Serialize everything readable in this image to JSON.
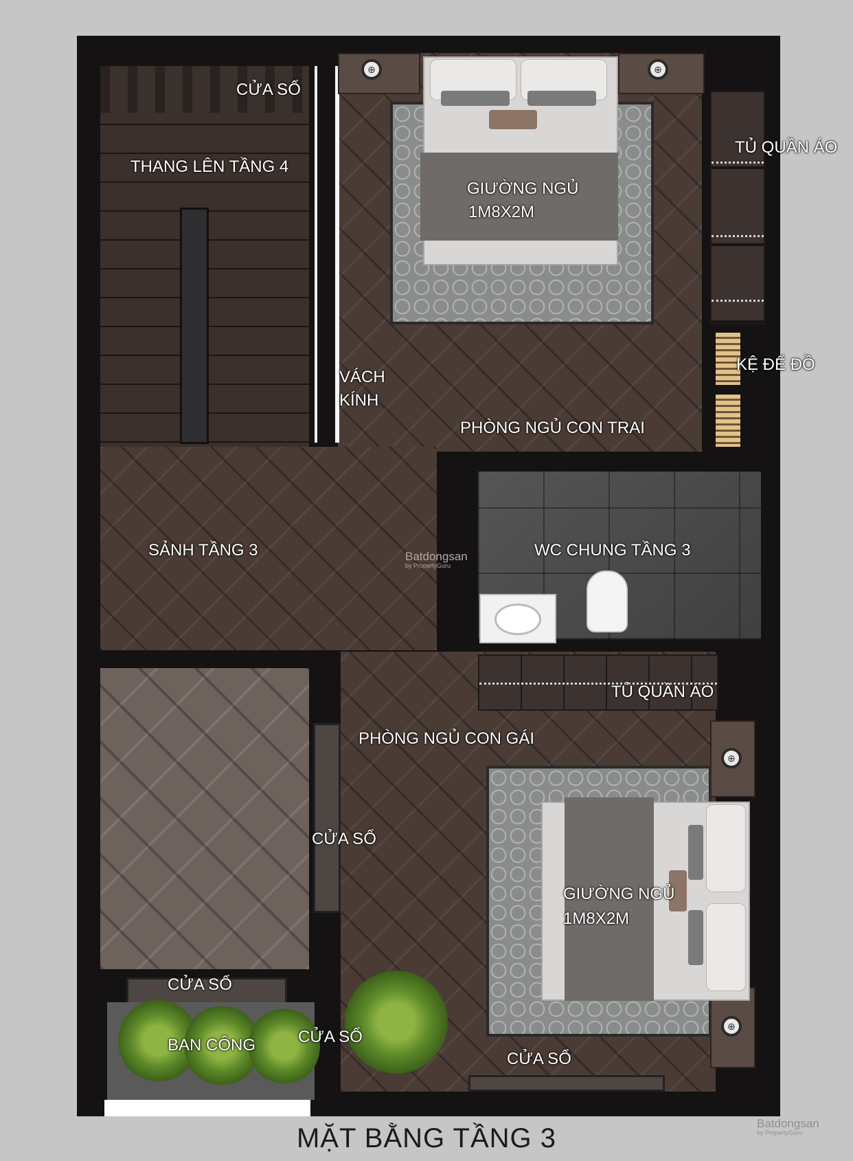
{
  "labels": {
    "window_top": "CỬA SỔ",
    "stairs": "THANG LÊN TẦNG 4",
    "bed_boy_line1": "GIƯỜNG NGỦ",
    "bed_boy_line2": "1M8X2M",
    "wardrobe_right": "TỦ QUẦN ÁO",
    "shelf": "KỆ ĐỂ ĐỒ",
    "glass_line1": "VÁCH",
    "glass_line2": "KÍNH",
    "boy_room": "PHÒNG NGỦ CON TRAI",
    "lobby": "SẢNH TẦNG 3",
    "wc": "WC CHUNG TẦNG 3",
    "wardrobe_mid": "TỦ QUẦN ÁO",
    "girl_room": "PHÒNG NGỦ CON GÁI",
    "window_mid": "CỬA SỔ",
    "bed_girl_line1": "GIƯỜNG NGỦ",
    "bed_girl_line2": "1M8X2M",
    "window_balcony": "CỬA SỔ",
    "balcony": "BAN CÔNG",
    "window_balcony_side": "CỬA SỔ",
    "window_bottom": "CỬA SỔ"
  },
  "title": "MẶT BẰNG TẦNG 3",
  "watermarks": [
    {
      "brand": "Batdongsan",
      "sub": "by PropertyGuru"
    },
    {
      "brand": "Batdongsan",
      "sub": "by PropertyGuru"
    }
  ],
  "colors": {
    "background": "#c6c6c6",
    "wall": "#141212",
    "wood_floor": "#4a3b35",
    "label_text": "#ffffff"
  }
}
